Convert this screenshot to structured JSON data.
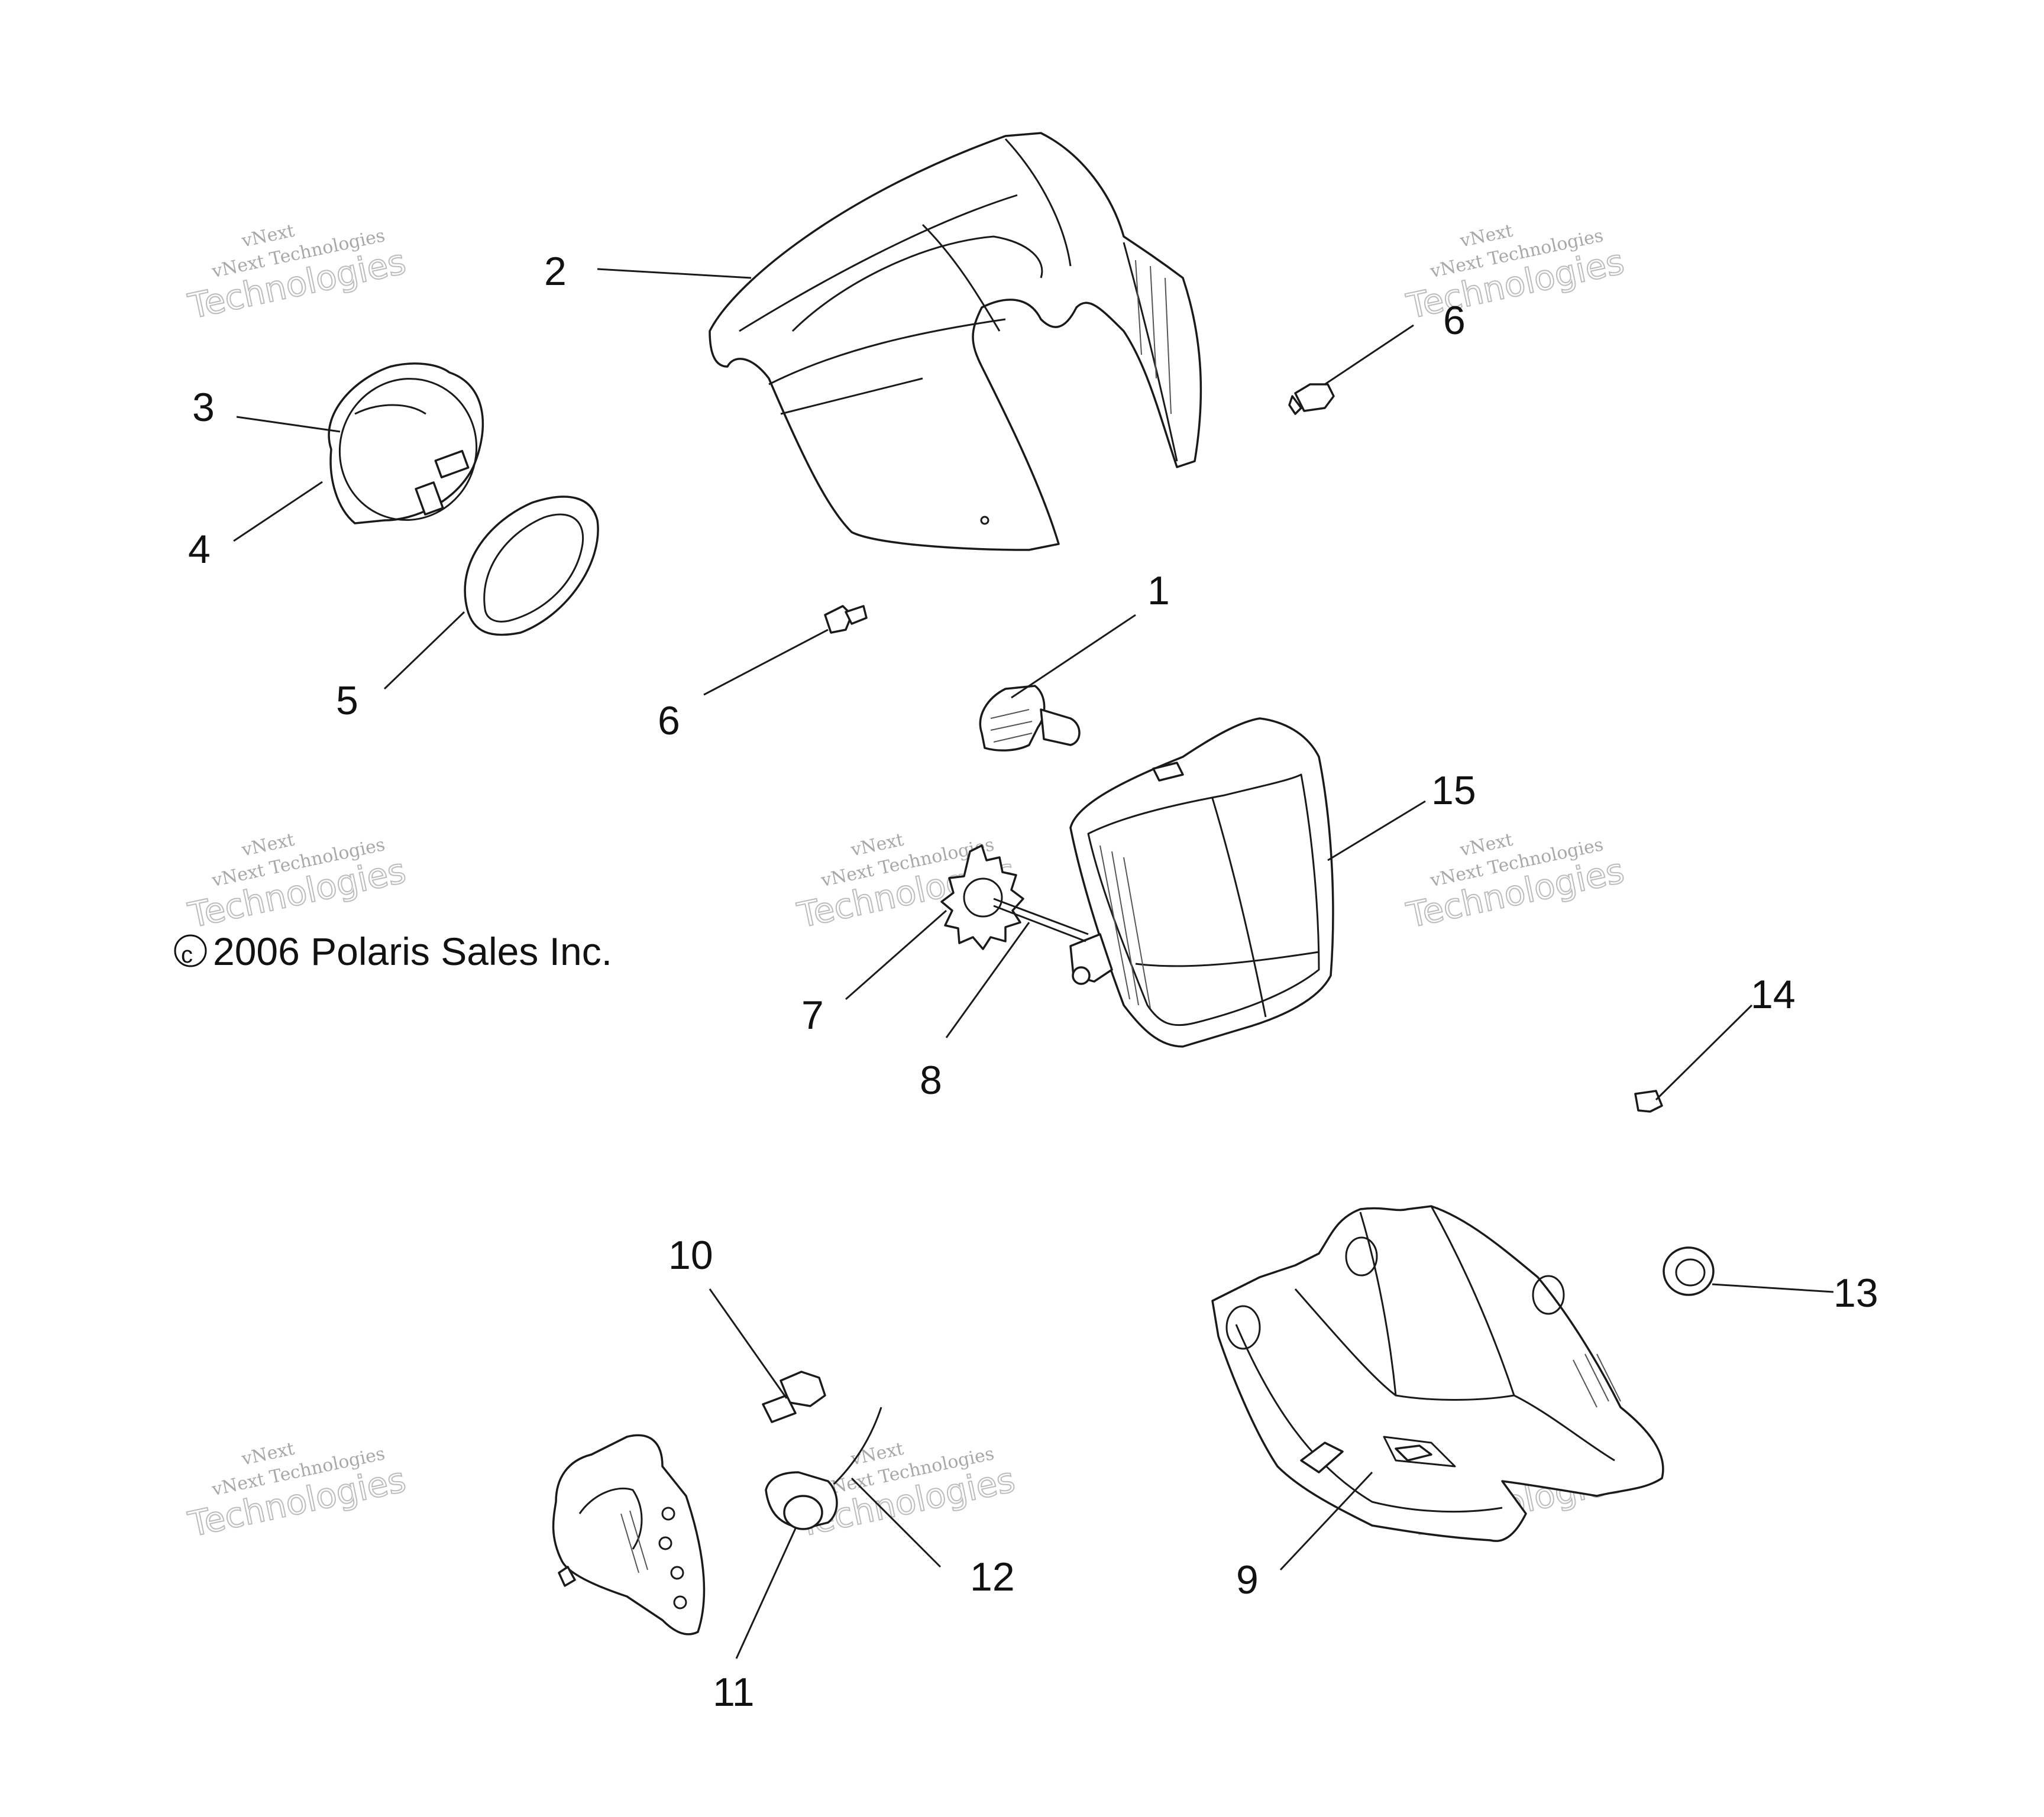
{
  "copyright": {
    "symbol": "©",
    "text": "2006 Polaris Sales Inc."
  },
  "watermark": {
    "line1": "vNext",
    "line2": "vNext Technologies",
    "line3": "Technologies"
  },
  "callouts": [
    {
      "id": "1",
      "label": "1"
    },
    {
      "id": "2",
      "label": "2"
    },
    {
      "id": "3",
      "label": "3"
    },
    {
      "id": "4",
      "label": "4"
    },
    {
      "id": "5",
      "label": "5"
    },
    {
      "id": "6a",
      "label": "6"
    },
    {
      "id": "6b",
      "label": "6"
    },
    {
      "id": "7",
      "label": "7"
    },
    {
      "id": "8",
      "label": "8"
    },
    {
      "id": "9",
      "label": "9"
    },
    {
      "id": "10",
      "label": "10"
    },
    {
      "id": "11",
      "label": "11"
    },
    {
      "id": "12",
      "label": "12"
    },
    {
      "id": "13",
      "label": "13"
    },
    {
      "id": "14",
      "label": "14"
    },
    {
      "id": "15",
      "label": "15"
    }
  ]
}
